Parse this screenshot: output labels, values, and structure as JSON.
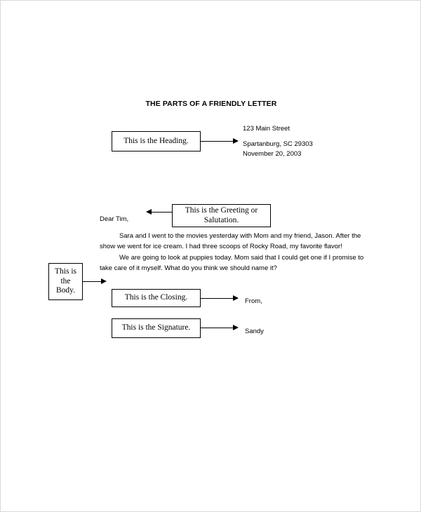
{
  "document": {
    "title": "THE PARTS OF A FRIENDLY LETTER"
  },
  "callouts": {
    "heading": "This is the Heading.",
    "greeting": "This is the Greeting or Salutation.",
    "body_line1": "This is",
    "body_line2": "the",
    "body_line3": "Body.",
    "closing": "This is the Closing.",
    "signature": "This is the Signature."
  },
  "letter": {
    "address_line1": "123 Main Street",
    "address_line2": "Spartanburg, SC 29303",
    "address_line3": "November 20, 2003",
    "greeting": "Dear Tim,",
    "paragraph1": "Sara and I went to the movies yesterday with Mom and my friend, Jason.  After the show we went for ice cream.  I had three scoops of Rocky Road, my favorite flavor!",
    "paragraph2": "We are going to look at puppies today.  Mom said that I could get one if I promise to take care of it myself.  What do you think we should name it?",
    "closing": "From,",
    "signature": "Sandy"
  },
  "colors": {
    "ink": "#000000",
    "page_background": "#ffffff",
    "page_border": "#d8d8d8"
  }
}
